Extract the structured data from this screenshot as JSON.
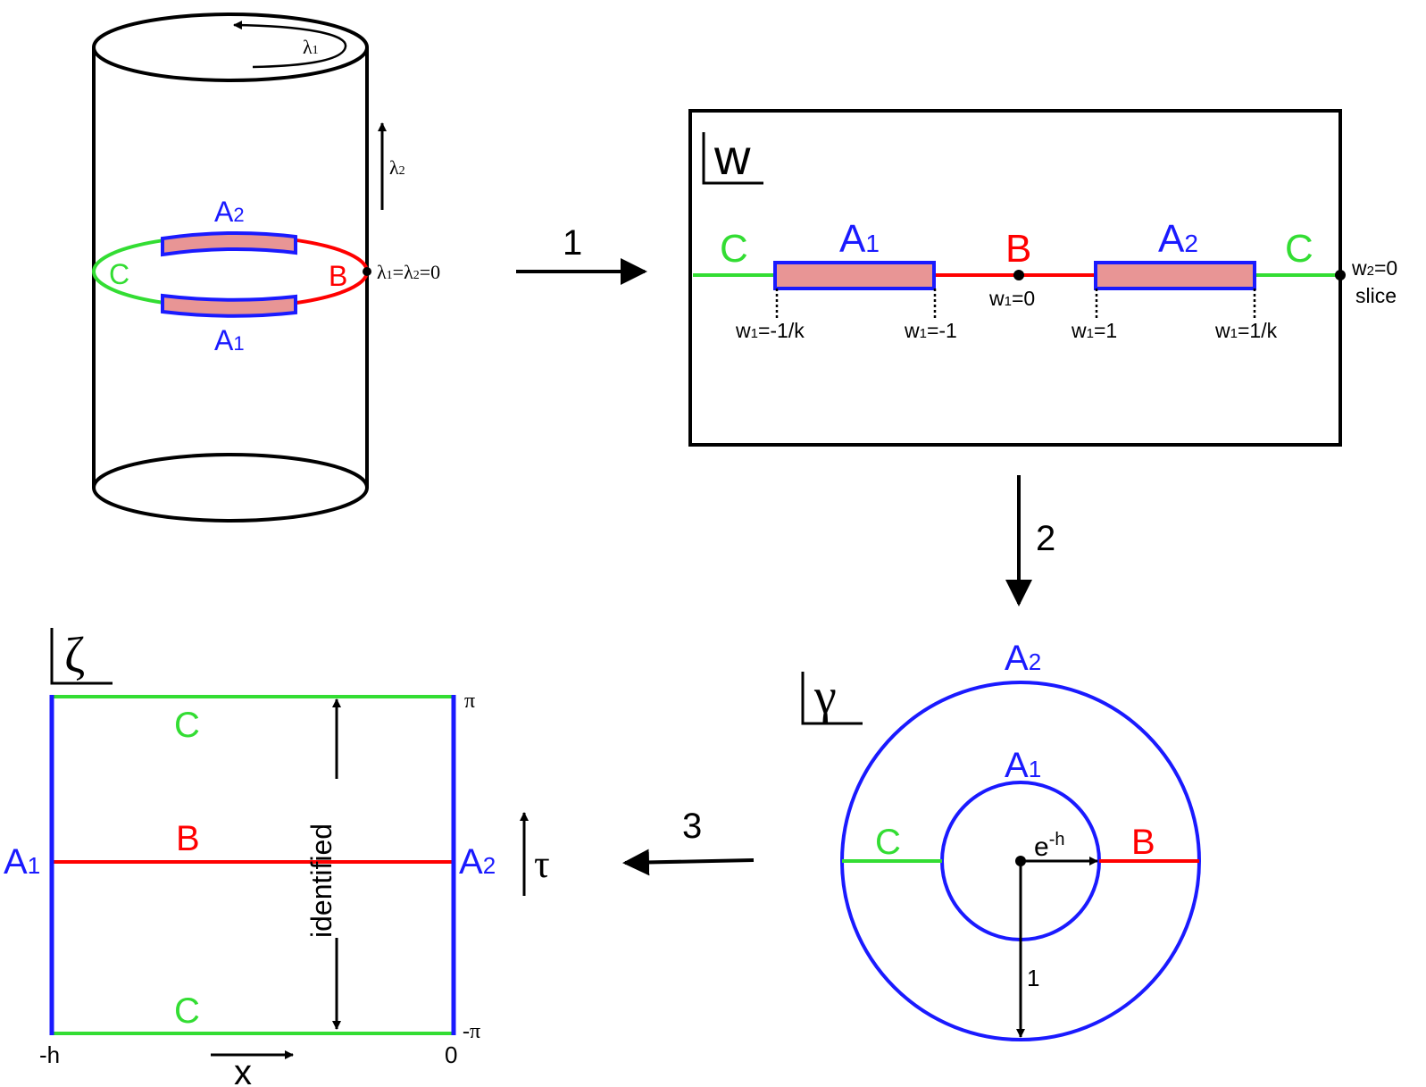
{
  "colors": {
    "stroke": "#000000",
    "green": "#33dd33",
    "red": "#ff0000",
    "blue": "#1a1aff",
    "pink": "#e89595"
  },
  "cylinder": {
    "lambda1": "λ",
    "lambda1_sub": "1",
    "lambda2": "λ",
    "lambda2_sub": "2",
    "label_A2": "A",
    "label_A2_sub": "2",
    "label_A1": "A",
    "label_A1_sub": "1",
    "label_C": "C",
    "label_B": "B",
    "origin_a": "λ",
    "origin_a_sub": "1",
    "origin_b": "=λ",
    "origin_b_sub": "2",
    "origin_c": "=0"
  },
  "arrows": {
    "step1": "1",
    "step2": "2",
    "step3": "3"
  },
  "w_plane": {
    "plane_label": "w",
    "label_C_left": "C",
    "label_A1": "A",
    "label_A1_sub": "1",
    "label_B": "B",
    "label_A2": "A",
    "label_A2_sub": "2",
    "label_C_right": "C",
    "w_prefix": "w",
    "w_sub": "1",
    "center_value": "=0",
    "tick_values": [
      "=-1/k",
      "=-1",
      "=1",
      "=1/k"
    ],
    "slice_prefix": "w",
    "slice_sub": "2",
    "slice_value": "=0",
    "slice_word": "slice"
  },
  "gamma_plane": {
    "plane_label": "γ",
    "outer_label": "A",
    "outer_label_sub": "2",
    "inner_label": "A",
    "inner_label_sub": "1",
    "label_C": "C",
    "label_B": "B",
    "inner_radius_base": "e",
    "inner_radius_sup": "-h",
    "outer_radius": "1"
  },
  "zeta_plane": {
    "plane_label": "ζ",
    "label_C_top": "C",
    "label_B": "B",
    "label_C_bottom": "C",
    "left_label": "A",
    "left_label_sub": "1",
    "right_label": "A",
    "right_label_sub": "2",
    "identified": "identified",
    "tau": "τ",
    "pi_top": "π",
    "pi_bottom": "-π",
    "x_left": "-h",
    "x_right": "0",
    "x_axis": "x"
  }
}
